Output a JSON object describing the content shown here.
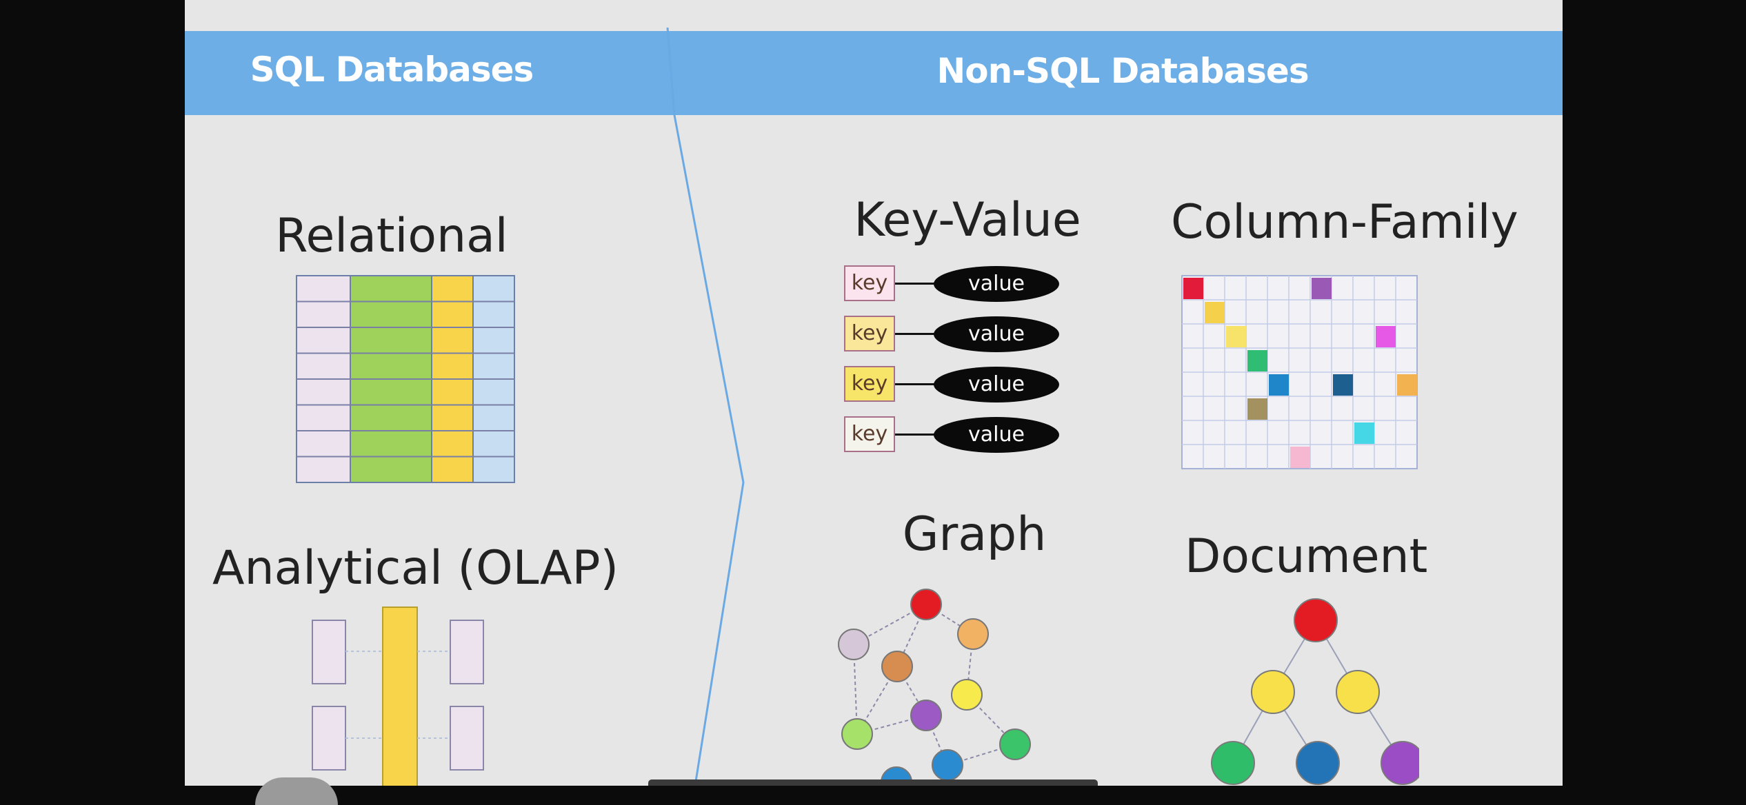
{
  "header": {
    "left_title": "SQL Databases",
    "right_title": "Non-SQL Databases",
    "band_color": "#6daee6"
  },
  "sql": {
    "relational": {
      "title": "Relational",
      "column_colors": [
        "#ede3ee",
        "#9ed25a",
        "#f7d44a",
        "#c7ddf2"
      ],
      "row_count": 8
    },
    "olap": {
      "title": "Analytical (OLAP)",
      "bar_color": "#f7d44a"
    }
  },
  "nosql": {
    "key_value": {
      "title": "Key-Value",
      "pairs": [
        {
          "key": "key",
          "value": "value",
          "key_color": "#fbe4ee"
        },
        {
          "key": "key",
          "value": "value",
          "key_color": "#fbe79a"
        },
        {
          "key": "key",
          "value": "value",
          "key_color": "#f7e56a"
        },
        {
          "key": "key",
          "value": "value",
          "key_color": "#f4f4ec"
        }
      ]
    },
    "column_family": {
      "title": "Column-Family",
      "cell_colors": [
        "#e31b3a",
        "#f5d04a",
        "#f7e36a",
        "#2fbd74",
        "#1f86c9",
        "#1d5f8f",
        "#f2b250",
        "#a49160",
        "#9b59b6",
        "#e659e6",
        "#45d7e5",
        "#f6b8d0"
      ]
    },
    "graph": {
      "title": "Graph",
      "node_colors": [
        "#e31b23",
        "#f2b264",
        "#d6c7d8",
        "#d78d50",
        "#f7ea4c",
        "#9b5ac4",
        "#a6e16a",
        "#3bc46a",
        "#2b8bd0"
      ]
    },
    "document": {
      "title": "Document",
      "node_colors": [
        "#e31b23",
        "#f7e04a",
        "#f7e04a",
        "#2fbd6a",
        "#2374b6",
        "#9a4dc4"
      ]
    }
  }
}
